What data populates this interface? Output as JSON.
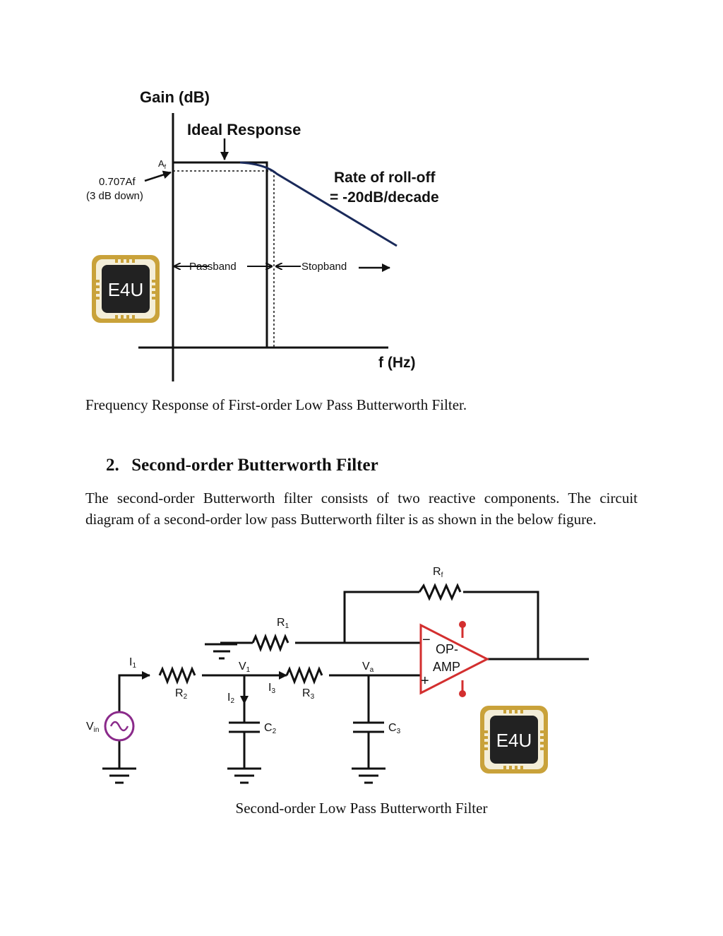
{
  "figure1": {
    "y_axis_label": "Gain (dB)",
    "ideal_label": "Ideal Response",
    "af_label": "A",
    "af_sub": "f",
    "cutoff_label": "0.707Af",
    "cutoff_note": "(3 dB down)",
    "rolloff_line1": "Rate of roll-off",
    "rolloff_line2": "= -20dB/decade",
    "passband": "Passband",
    "stopband": "Stopband",
    "x_axis_label": "f (Hz)",
    "logo": "E4U",
    "caption": "Frequency Response of First-order Low Pass Butterworth Filter."
  },
  "section": {
    "number": "2.",
    "title": "Second-order Butterworth Filter",
    "paragraph": "The second-order Butterworth filter consists of two reactive components. The circuit diagram of a second-order low pass Butterworth filter is as shown in the below figure."
  },
  "figure2": {
    "rf": "R",
    "rf_sub": "f",
    "r1": "R",
    "r1_sub": "1",
    "r2": "R",
    "r2_sub": "2",
    "r3": "R",
    "r3_sub": "3",
    "i1": "I",
    "i1_sub": "1",
    "i2": "I",
    "i2_sub": "2",
    "i3": "I",
    "i3_sub": "3",
    "v1": "V",
    "v1_sub": "1",
    "va": "V",
    "va_sub": "a",
    "c2": "C",
    "c2_sub": "2",
    "c3": "C",
    "c3_sub": "3",
    "vin": "V",
    "vin_sub": "in",
    "opamp_line1": "OP-",
    "opamp_line2": "AMP",
    "minus": "−",
    "plus": "+",
    "logo": "E4U",
    "caption": "Second-order Low Pass Butterworth Filter"
  }
}
